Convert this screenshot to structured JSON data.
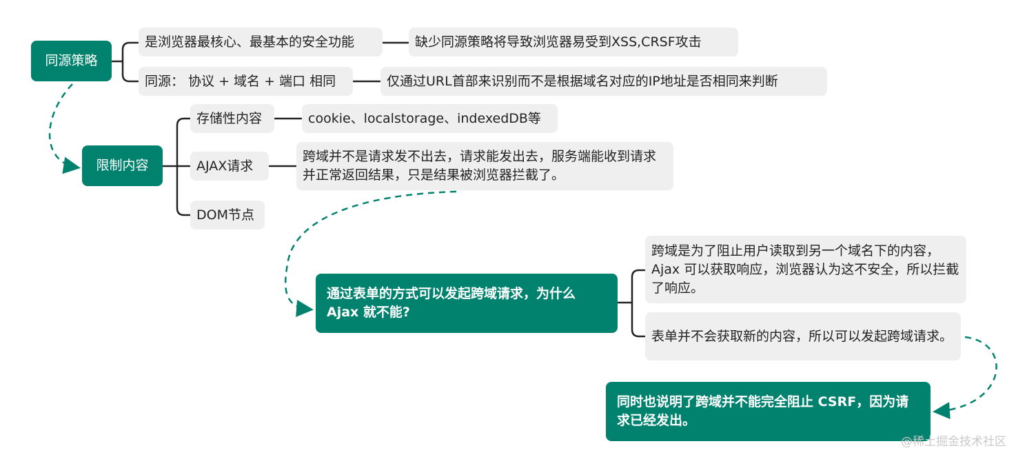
{
  "nodes": {
    "same_origin": "同源策略",
    "core_security": "是浏览器最核心、最基本的安全功能",
    "lack_policy": "缺少同源策略将导致浏览器易受到XSS,CRSF攻击",
    "origin_def": "同源：  协议 + 域名 + 端口 相同",
    "url_identify": "仅通过URL首部来识别而不是根据域名对应的IP地址是否相同来判断",
    "restrictions": "限制内容",
    "storage": "存储性内容",
    "storage_items": "cookie、localstorage、indexedDB等",
    "ajax": "AJAX请求",
    "ajax_desc": "跨域并不是请求发不出去，请求能发出去，服务端能收到请求并正常返回结果，只是结果被浏览器拦截了。",
    "dom": "DOM节点",
    "form_question": "通过表单的方式可以发起跨域请求，为什么 Ajax 就不能?",
    "answer_1": "跨域是为了阻止用户读取到另一个域名下的内容，Ajax 可以获取响应，浏览器认为这不安全，所以拦截了响应。",
    "answer_2": "表单并不会获取新的内容，所以可以发起跨域请求。",
    "conclusion": "同时也说明了跨域并不能完全阻止 CSRF，因为请求已经发出。"
  },
  "watermark": "@稀土掘金技术社区",
  "colors": {
    "accent": "#00826e",
    "box": "#efefef",
    "line": "#222222"
  }
}
